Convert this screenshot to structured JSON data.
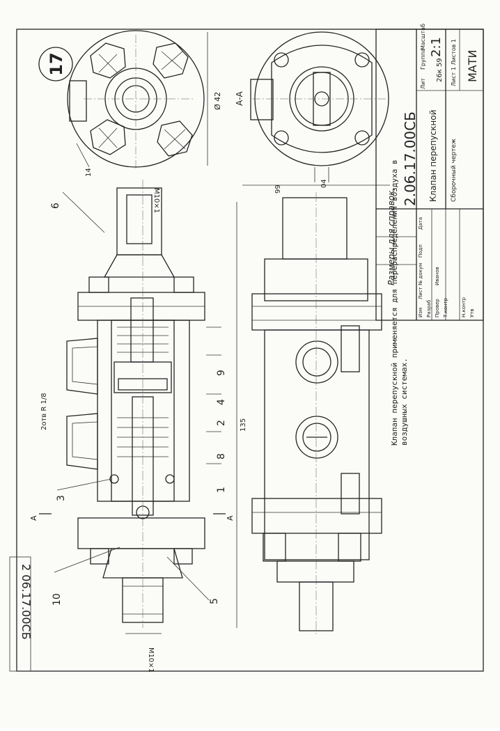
{
  "drawing": {
    "sheet_number": "17",
    "side_code": "2 06.17.00СБ",
    "section_label": "А-А",
    "section_marker": "А",
    "dim_diameter": "Ø 42",
    "dim_width": "99",
    "dim_length": "135",
    "dim_14": "14",
    "dim_04": "04",
    "thread_top": "М10×1",
    "thread_bottom": "М10×1",
    "hole_note": "2отв R 1/8",
    "reference_note": "Размеры для справок.",
    "part_numbers": [
      "6",
      "9",
      "4",
      "2",
      "8",
      "1",
      "3",
      "10",
      "5"
    ]
  },
  "title_block": {
    "designation": "2.06.17.00СБ",
    "name_line1": "Клапан перепускной",
    "name_line2": "Сборочный чертеж",
    "organization": "МАТИ",
    "scale": "2:1",
    "col_lit": "Лит",
    "col_group": "Группа",
    "col_mass": "Масштаб",
    "mass_value": "26к 59",
    "sheet_info": "Лист 1  Листов 1",
    "rows": [
      "Изм",
      "Лист",
      "№ докум",
      "Подп",
      "Дата"
    ],
    "roles": [
      "Разраб",
      "Провер",
      "Т.контр",
      "Н.контр",
      "Утв"
    ],
    "names": [
      "Иванов"
    ]
  },
  "caption": "Клапан перепускной применяется для перераспределения воздуха в воздушных системах."
}
